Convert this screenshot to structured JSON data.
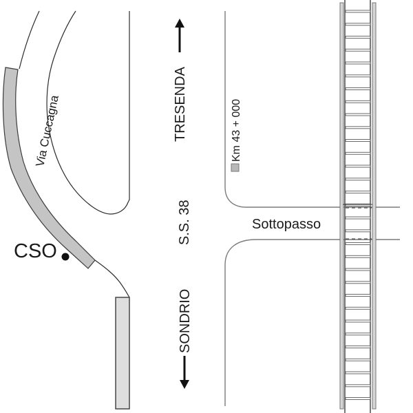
{
  "map": {
    "type": "schematic street map",
    "labels": {
      "via_cuccagna": "Via Cuccagna",
      "cso": "CSO",
      "tresenda": "TRESENDA",
      "sondrio": "SONDRIO",
      "ss38": "S.S. 38",
      "km_marker": "Km 43 + 000",
      "sottopasso": "Sottopasso"
    },
    "directions": {
      "tresenda": "up",
      "sondrio": "down"
    },
    "features": [
      {
        "name": "Via Cuccagna",
        "kind": "curved road"
      },
      {
        "name": "sidewalk",
        "kind": "grey curved strip along Via Cuccagna"
      },
      {
        "name": "sidewalk",
        "kind": "light grey straight strip"
      },
      {
        "name": "CSO",
        "kind": "point marker"
      },
      {
        "name": "Km 43 + 000",
        "kind": "kilometre marker"
      },
      {
        "name": "Sottopasso",
        "kind": "underpass road crossing the railway"
      },
      {
        "name": "railway",
        "kind": "track with sleepers"
      }
    ],
    "colors": {
      "sidewalk": "#c4c4c4",
      "sidewalk_light": "#dedede",
      "marker_square": "#b8b8b8",
      "cso_dot": "#111111"
    }
  }
}
